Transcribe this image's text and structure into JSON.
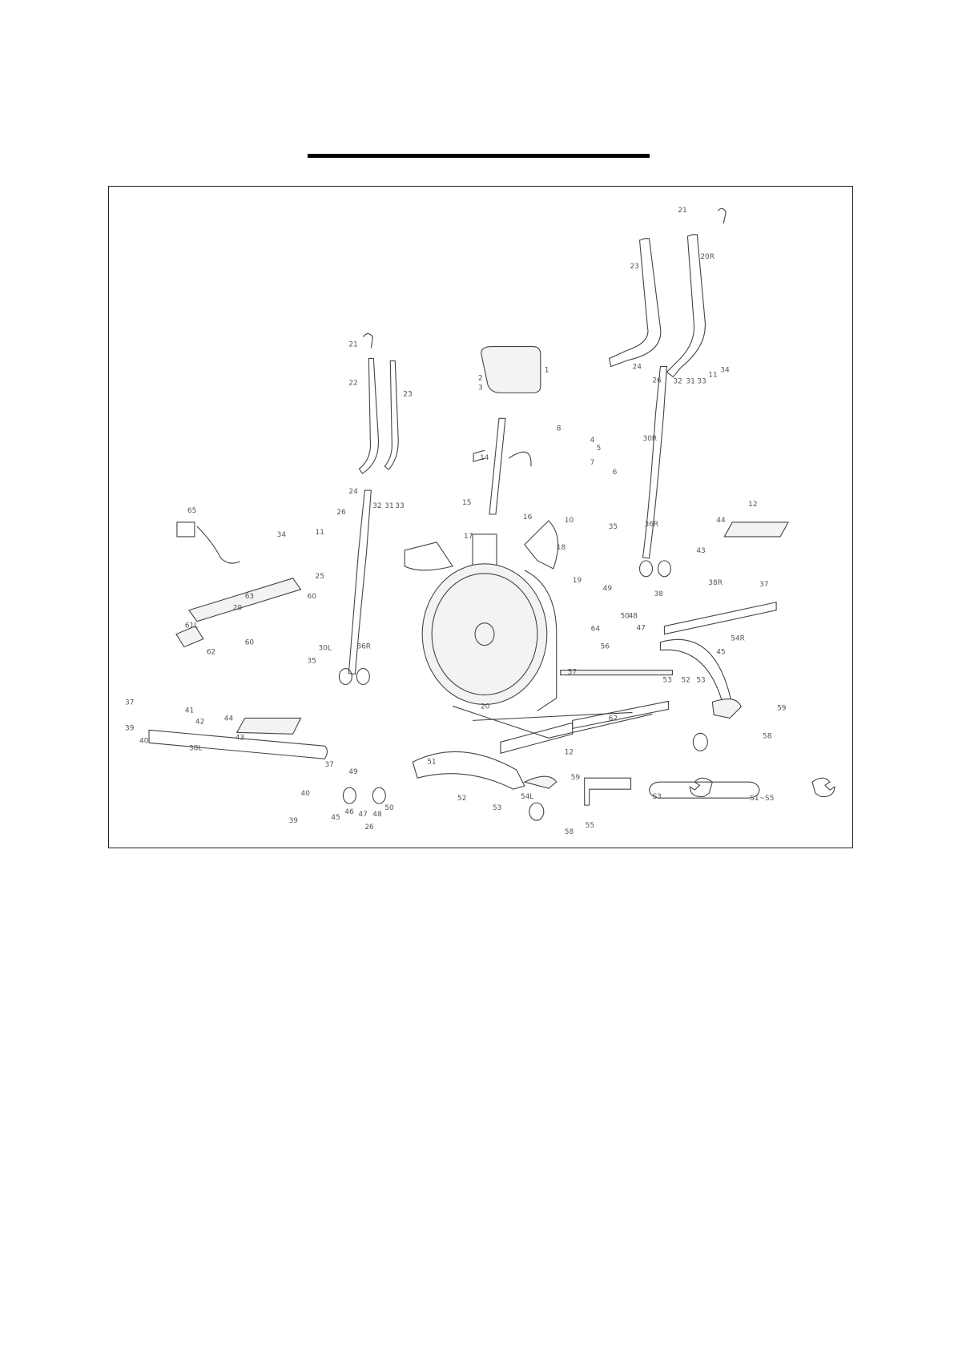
{
  "labels": [
    "21",
    "20R",
    "23",
    "24",
    "26",
    "32",
    "31",
    "33",
    "11",
    "34",
    "35",
    "36R",
    "30R",
    "12",
    "44",
    "43",
    "37",
    "38R",
    "21",
    "22",
    "23",
    "24",
    "26",
    "32",
    "31",
    "33",
    "11",
    "34",
    "65",
    "25",
    "35",
    "36R",
    "30L",
    "63",
    "29",
    "60",
    "61L",
    "62",
    "60",
    "1",
    "2",
    "3",
    "4",
    "5",
    "6",
    "7",
    "8",
    "10",
    "14",
    "15",
    "16",
    "17",
    "18",
    "19",
    "38",
    "47",
    "48",
    "49",
    "50",
    "56",
    "57",
    "20",
    "64",
    "62",
    "59",
    "58",
    "54R",
    "53",
    "52",
    "53",
    "45",
    "39",
    "37",
    "40",
    "42",
    "41",
    "44",
    "43",
    "38L",
    "37",
    "39",
    "40",
    "51",
    "52",
    "53",
    "54L",
    "55",
    "58",
    "59",
    "12",
    "45",
    "46",
    "47",
    "48",
    "49",
    "50",
    "26",
    "S3",
    "S1~S5"
  ]
}
